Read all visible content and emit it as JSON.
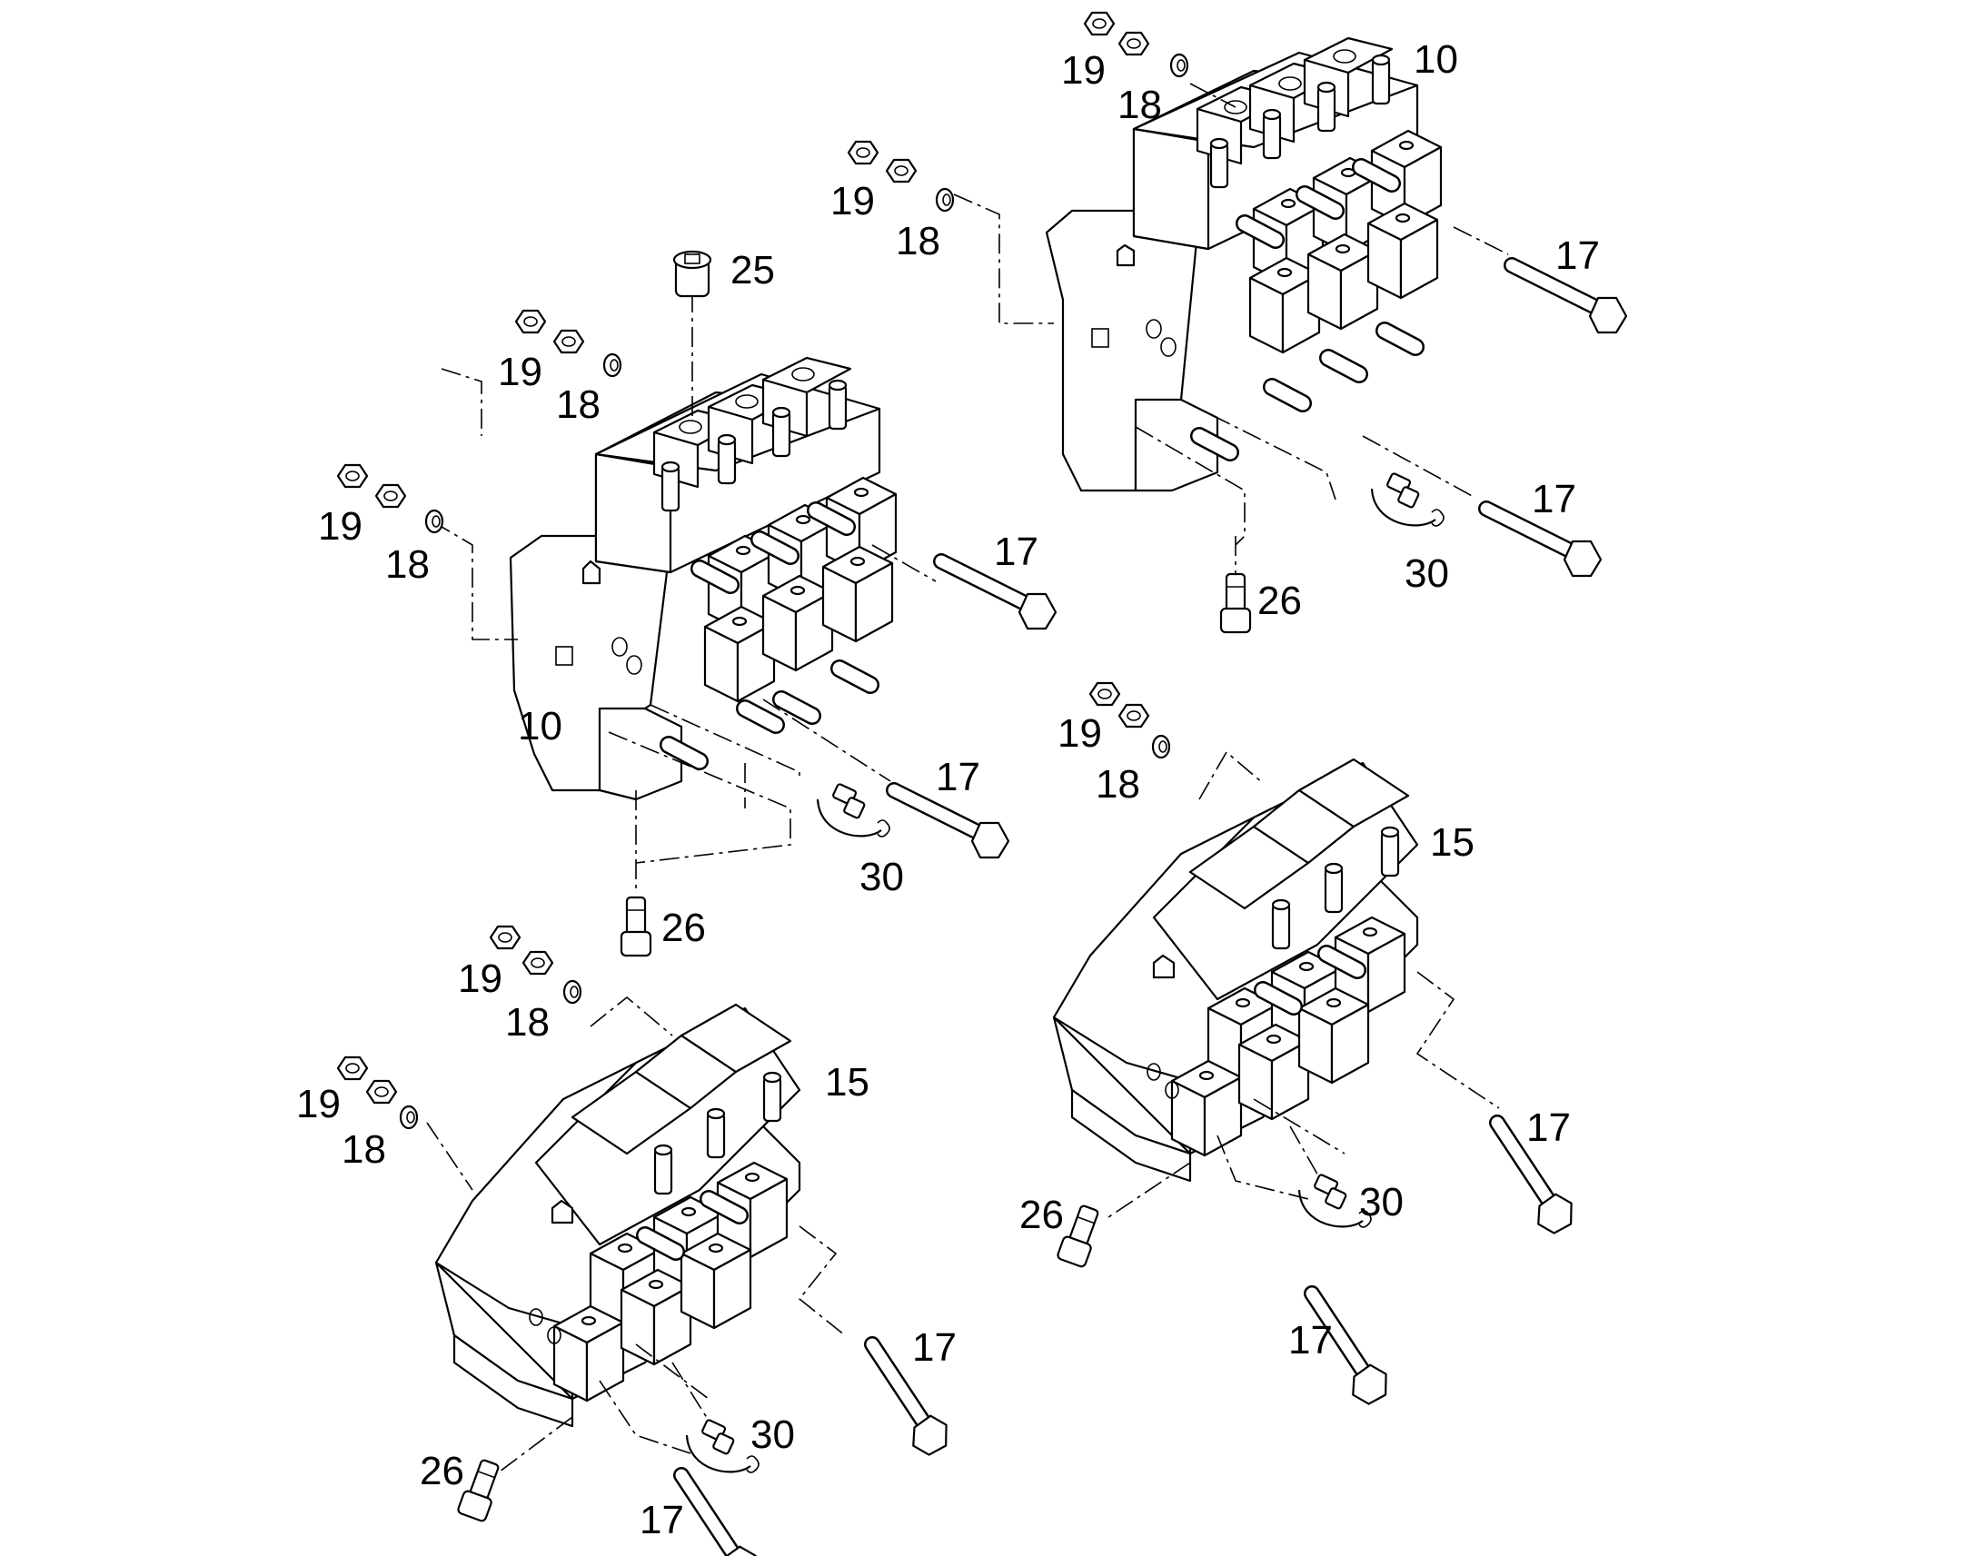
{
  "diagram": {
    "colors": {
      "line": "#000000",
      "background": "#ffffff"
    },
    "assemblies": [
      {
        "name": "valve-block-10-top-right"
      },
      {
        "name": "valve-block-10-middle-left"
      },
      {
        "name": "valve-block-15-right"
      },
      {
        "name": "valve-block-15-bottom-left"
      }
    ],
    "callouts": [
      "10",
      "19",
      "18",
      "19",
      "18",
      "17",
      "17",
      "30",
      "26",
      "25",
      "19",
      "18",
      "19",
      "18",
      "17",
      "10",
      "17",
      "30",
      "26",
      "19",
      "18",
      "15",
      "17",
      "26",
      "30",
      "17",
      "19",
      "18",
      "19",
      "18",
      "15",
      "17",
      "30",
      "26",
      "17"
    ]
  }
}
